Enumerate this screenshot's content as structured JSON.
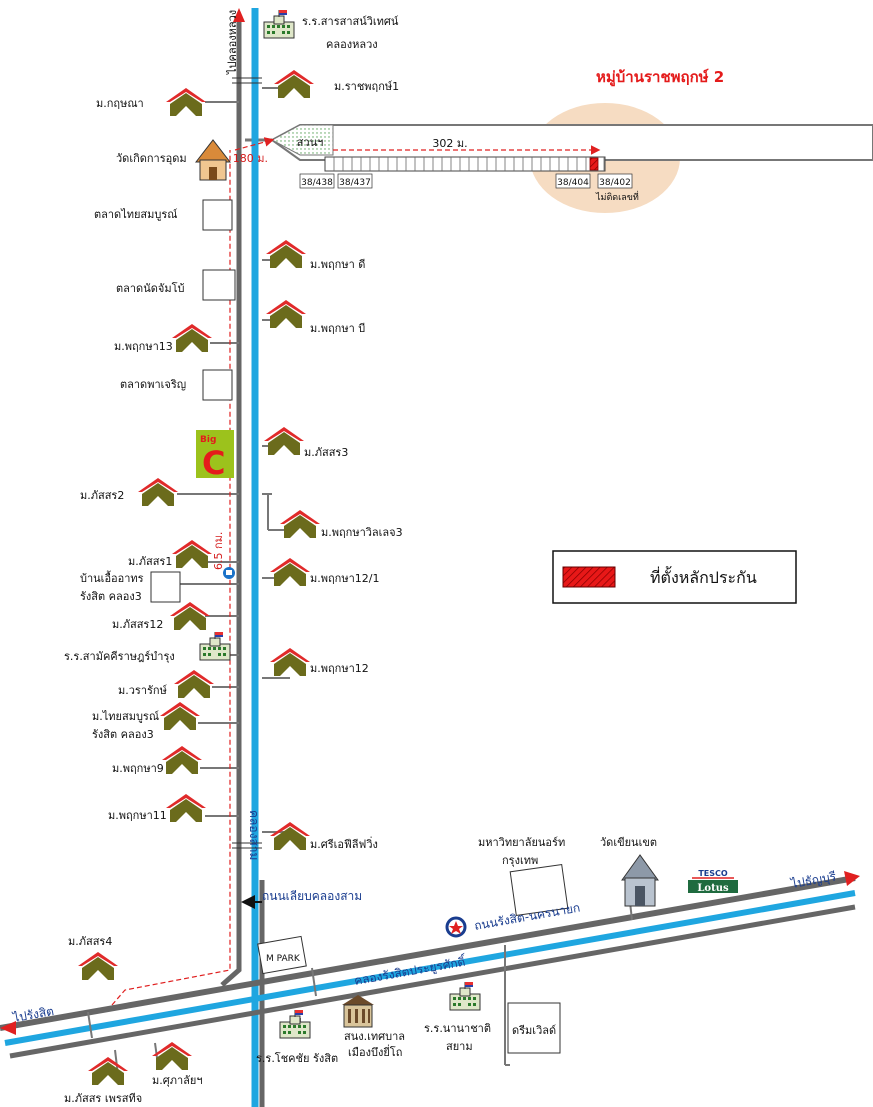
{
  "title": "หมู่บ้านราชพฤกษ์ 2",
  "legend": {
    "label": "ที่ตั้งหลักประกัน"
  },
  "roads": {
    "top_direction": "ไปคลองหลวง",
    "to_rangsit": "ไปรังสิต",
    "to_thanyaburi": "ไปธัญบุรี",
    "main_road": "ถนนรังสิต-นครนายก",
    "canal_main": "คลองรังสิตประยูรศักดิ์",
    "canal_three": "คลองสาม",
    "side_road": "ถนนเลียบคลองสาม"
  },
  "measurements": {
    "distance_vertical": "6.5 กม.",
    "distance_180": "180 ม.",
    "distance_302": "302 ม."
  },
  "plots": {
    "p1": "38/438",
    "p2": "38/437",
    "p3": "38/404",
    "p4": "38/402",
    "no_number": "ไม่ติดเลขที่",
    "garden": "สวนฯ"
  },
  "places": {
    "school_top": "ร.ร.สารสาสน์วิเทศน์",
    "school_top_2": "คลองหลวง",
    "ratchaphruek1": "ม.ราชพฤกษ์1",
    "kritsana": "ม.กฤษณา",
    "wat_koet": "วัดเกิดการอุดม",
    "talat_thai": "ตลาดไทยสมบูรณ์",
    "phruksa_d": "ม.พฤกษา ดี",
    "talat_nat": "ตลาดนัดจัมโบ้",
    "phruksa_b": "ม.พฤกษา บี",
    "phruksa13": "ม.พฤกษา13",
    "talat_phacharoen": "ตลาดพาเจริญ",
    "phatsorn3": "ม.ภัสสร3",
    "phatsorn2": "ม.ภัสสร2",
    "phruksa_village3": "ม.พฤกษาวิลเลจ3",
    "phatsorn1": "ม.ภัสสร1",
    "ban_uea_1": "บ้านเอื้ออาทร",
    "ban_uea_2": "รังสิต คลอง3",
    "phruksa12_1": "ม.พฤกษา12/1",
    "phatsorn12": "ม.ภัสสร12",
    "school_samakkhi": "ร.ร.สามัคคีราษฎร์บำรุง",
    "phruksa12": "ม.พฤกษา12",
    "wararak": "ม.วรารักษ์",
    "thaisomboon_1": "ม.ไทยสมบูรณ์",
    "thaisomboon_2": "รังสิต คลอง3",
    "phruksa9": "ม.พฤกษา9",
    "phruksa11": "ม.พฤกษา11",
    "sri_feeling": "ม.ศรีเอฟีลีฟวิ่ง",
    "bangkok_univ_1": "มหาวิทยาลัยนอร์ท",
    "bangkok_univ_2": "กรุงเทพ",
    "wat_khian": "วัดเขียนเขต",
    "tesco_top": "TESCO",
    "tesco_bottom": "Lotus",
    "phatsorn4": "ม.ภัสสร4",
    "mpark": "M PARK",
    "school_chokchai": "ร.ร.โชคชัย รังสิต",
    "municipal_1": "สนง.เทศบาล",
    "municipal_2": "เมืองบึงยี่โถ",
    "school_inter_1": "ร.ร.นานาชาติ",
    "school_inter_2": "สยาม",
    "dream_world": "ดรีมเวิลด์",
    "supalai": "ม.ศุภาลัยฯ",
    "phatsorn_phet": "ม.ภัสสร เพรสทีจ",
    "bigc_1": "Big",
    "bigc_2": "C"
  },
  "colors": {
    "canal": "#1fa6e0",
    "road": "#666666",
    "roof": "#e02a2a",
    "house": "#6b6b1c",
    "highlight": "#f6dcc2",
    "marker": "#e81818"
  }
}
